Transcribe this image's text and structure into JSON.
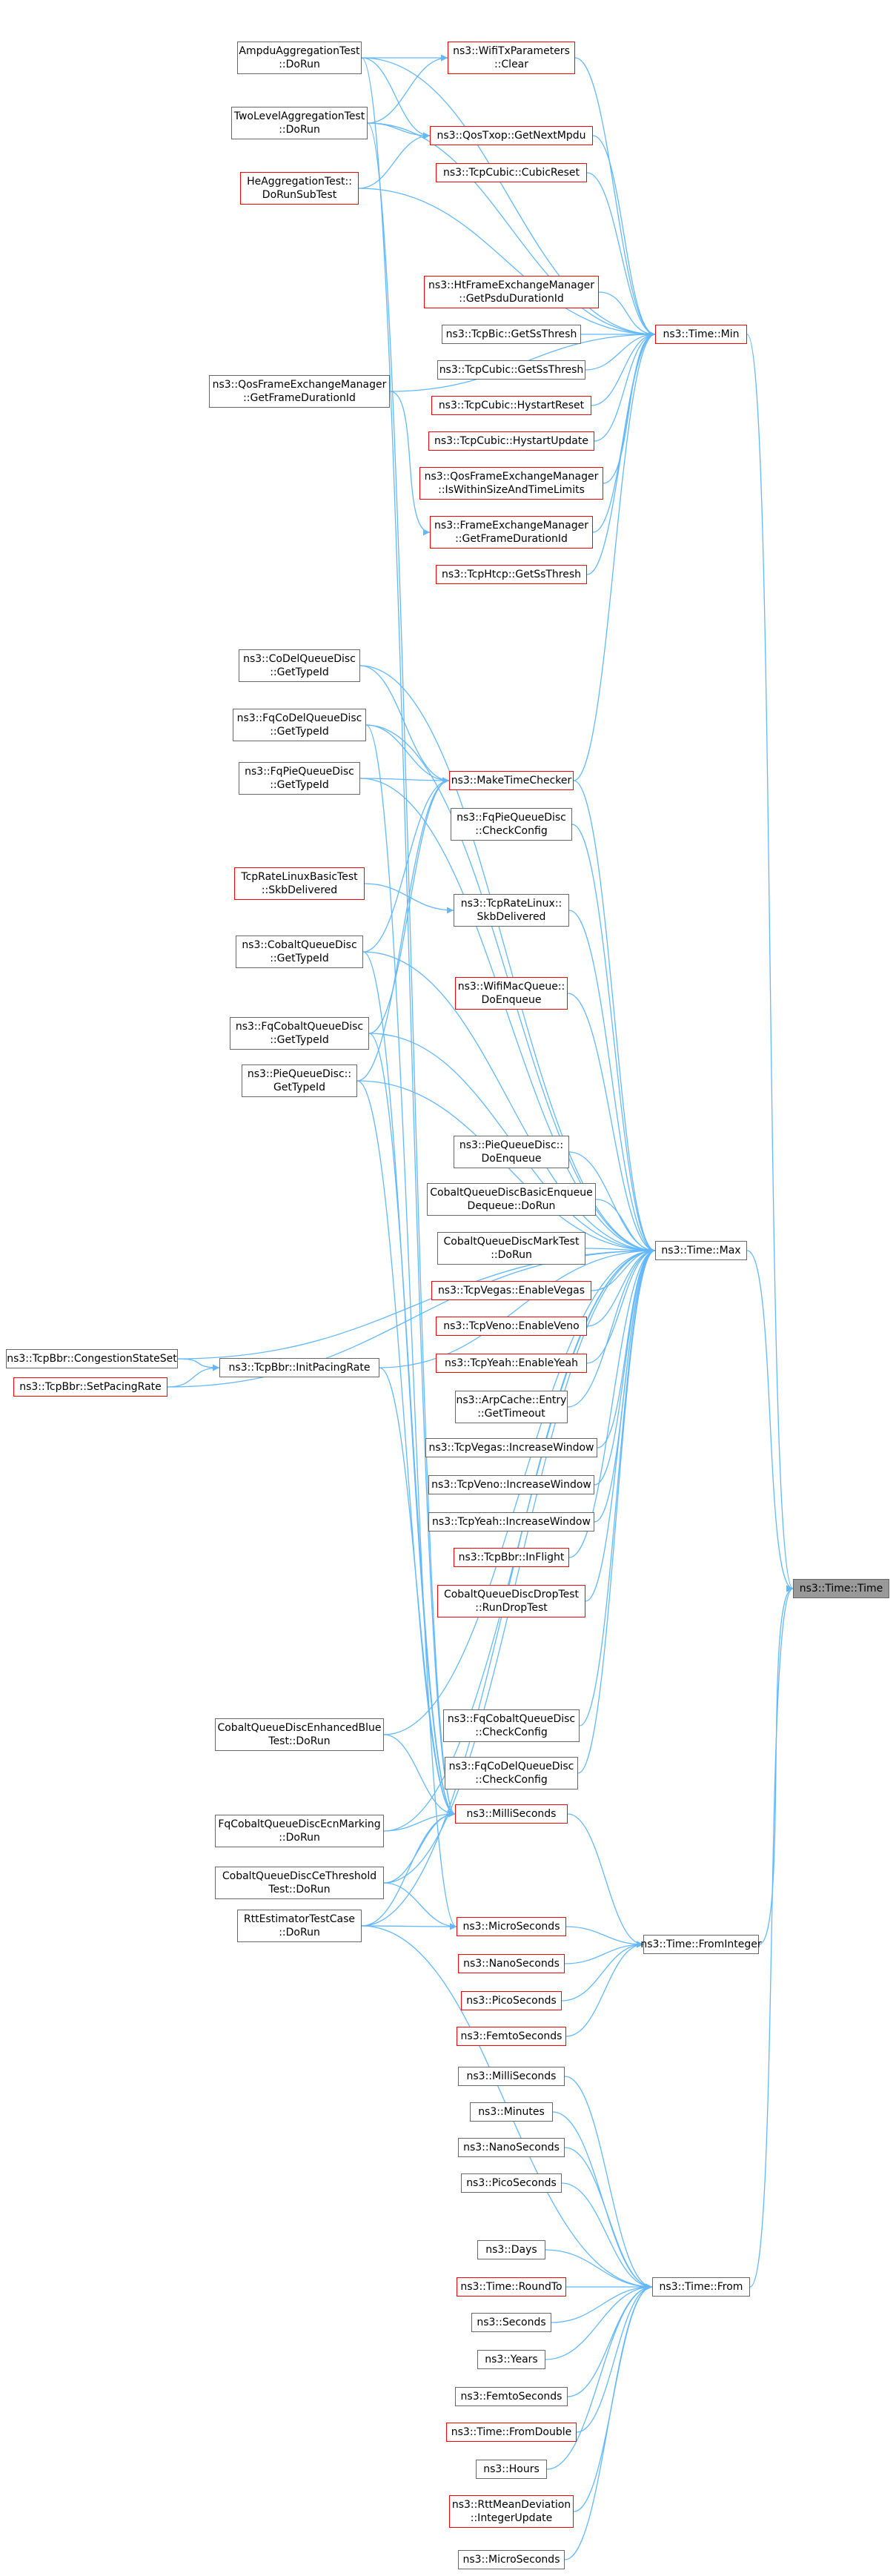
{
  "colors": {
    "edge": "#63b8ff",
    "border_default": "#666666",
    "border_red": "#ff0000",
    "root_fill": "#999999"
  },
  "nodes": {
    "ampdu": {
      "l1": "AmpduAggregationTest",
      "l2": "::DoRun",
      "red": false
    },
    "wifitx": {
      "l1": "ns3::WifiTxParameters",
      "l2": "::Clear",
      "red": true
    },
    "twolevel": {
      "l1": "TwoLevelAggregationTest",
      "l2": "::DoRun",
      "red": false
    },
    "qostxop": {
      "l1": "ns3::QosTxop::GetNextMpdu",
      "l2": "",
      "red": true
    },
    "heagg": {
      "l1": "HeAggregationTest::",
      "l2": "DoRunSubTest",
      "red": true
    },
    "cubicreset": {
      "l1": "ns3::TcpCubic::CubicReset",
      "l2": "",
      "red": true
    },
    "htframe": {
      "l1": "ns3::HtFrameExchangeManager",
      "l2": "::GetPsduDurationId",
      "red": true
    },
    "timemin": {
      "l1": "ns3::Time::Min",
      "l2": "",
      "red": true
    },
    "bicssthresh": {
      "l1": "ns3::TcpBic::GetSsThresh",
      "l2": "",
      "red": false
    },
    "cubicssthresh": {
      "l1": "ns3::TcpCubic::GetSsThresh",
      "l2": "",
      "red": false
    },
    "qosframe": {
      "l1": "ns3::QosFrameExchangeManager",
      "l2": "::GetFrameDurationId",
      "red": false
    },
    "hystartreset": {
      "l1": "ns3::TcpCubic::HystartReset",
      "l2": "",
      "red": true
    },
    "hystartupdate": {
      "l1": "ns3::TcpCubic::HystartUpdate",
      "l2": "",
      "red": true
    },
    "qosframe2": {
      "l1": "ns3::QosFrameExchangeManager",
      "l2": "::IsWithinSizeAndTimeLimits",
      "red": true
    },
    "frameexch": {
      "l1": "ns3::FrameExchangeManager",
      "l2": "::GetFrameDurationId",
      "red": true
    },
    "htcp": {
      "l1": "ns3::TcpHtcp::GetSsThresh",
      "l2": "",
      "red": true
    },
    "codel": {
      "l1": "ns3::CoDelQueueDisc",
      "l2": "::GetTypeId",
      "red": false
    },
    "fqcodel": {
      "l1": "ns3::FqCoDelQueueDisc",
      "l2": "::GetTypeId",
      "red": false
    },
    "maketc": {
      "l1": "ns3::MakeTimeChecker",
      "l2": "",
      "red": true
    },
    "fqpie": {
      "l1": "ns3::FqPieQueueDisc",
      "l2": "::GetTypeId",
      "red": false
    },
    "fqpiecheck": {
      "l1": "ns3::FqPieQueueDisc",
      "l2": "::CheckConfig",
      "red": false
    },
    "tcprlbt": {
      "l1": "TcpRateLinuxBasicTest",
      "l2": "::SkbDelivered",
      "red": true
    },
    "tcprl": {
      "l1": "ns3::TcpRateLinux::",
      "l2": "SkbDelivered",
      "red": false
    },
    "cobalt": {
      "l1": "ns3::CobaltQueueDisc",
      "l2": "::GetTypeId",
      "red": false
    },
    "wifimacq": {
      "l1": "ns3::WifiMacQueue::",
      "l2": "DoEnqueue",
      "red": true
    },
    "fqcobalt": {
      "l1": "ns3::FqCobaltQueueDisc",
      "l2": "::GetTypeId",
      "red": false
    },
    "pietype": {
      "l1": "ns3::PieQueueDisc::",
      "l2": "GetTypeId",
      "red": false
    },
    "pieenq": {
      "l1": "ns3::PieQueueDisc::",
      "l2": "DoEnqueue",
      "red": false
    },
    "cobaltbasic": {
      "l1": "CobaltQueueDiscBasicEnqueue",
      "l2": "Dequeue::DoRun",
      "red": false
    },
    "cobaltmark": {
      "l1": "CobaltQueueDiscMarkTest",
      "l2": "::DoRun",
      "red": false
    },
    "timemax": {
      "l1": "ns3::Time::Max",
      "l2": "",
      "red": false
    },
    "vegasenable": {
      "l1": "ns3::TcpVegas::EnableVegas",
      "l2": "",
      "red": true
    },
    "venoenable": {
      "l1": "ns3::TcpVeno::EnableVeno",
      "l2": "",
      "red": true
    },
    "yeahenable": {
      "l1": "ns3::TcpYeah::EnableYeah",
      "l2": "",
      "red": true
    },
    "bbrcong": {
      "l1": "ns3::TcpBbr::CongestionStateSet",
      "l2": "",
      "red": false
    },
    "bbrinit": {
      "l1": "ns3::TcpBbr::InitPacingRate",
      "l2": "",
      "red": false
    },
    "bbrsetpace": {
      "l1": "ns3::TcpBbr::SetPacingRate",
      "l2": "",
      "red": true
    },
    "arpcache": {
      "l1": "ns3::ArpCache::Entry",
      "l2": "::GetTimeout",
      "red": false
    },
    "vegasinc": {
      "l1": "ns3::TcpVegas::IncreaseWindow",
      "l2": "",
      "red": false
    },
    "venoinc": {
      "l1": "ns3::TcpVeno::IncreaseWindow",
      "l2": "",
      "red": false
    },
    "yeahinc": {
      "l1": "ns3::TcpYeah::IncreaseWindow",
      "l2": "",
      "red": false
    },
    "bbrinflight": {
      "l1": "ns3::TcpBbr::InFlight",
      "l2": "",
      "red": true
    },
    "cobaltdrop": {
      "l1": "CobaltQueueDiscDropTest",
      "l2": "::RunDropTest",
      "red": true
    },
    "timetime": {
      "l1": "ns3::Time::Time",
      "l2": "",
      "red": false,
      "root": true
    },
    "cobaltenh": {
      "l1": "CobaltQueueDiscEnhancedBlue",
      "l2": "Test::DoRun",
      "red": false
    },
    "fqcobaltcheck": {
      "l1": "ns3::FqCobaltQueueDisc",
      "l2": "::CheckConfig",
      "red": false
    },
    "fqcodelcheck": {
      "l1": "ns3::FqCoDelQueueDisc",
      "l2": "::CheckConfig",
      "red": false
    },
    "fqcobaltecn": {
      "l1": "FqCobaltQueueDiscEcnMarking",
      "l2": "::DoRun",
      "red": false
    },
    "milli": {
      "l1": "ns3::MilliSeconds",
      "l2": "",
      "red": true
    },
    "cobaltce": {
      "l1": "CobaltQueueDiscCeThreshold",
      "l2": "Test::DoRun",
      "red": false
    },
    "rttest": {
      "l1": "RttEstimatorTestCase",
      "l2": "::DoRun",
      "red": false
    },
    "micro": {
      "l1": "ns3::MicroSeconds",
      "l2": "",
      "red": true
    },
    "fromint": {
      "l1": "ns3::Time::FromInteger",
      "l2": "",
      "red": false
    },
    "nano": {
      "l1": "ns3::NanoSeconds",
      "l2": "",
      "red": true
    },
    "pico": {
      "l1": "ns3::PicoSeconds",
      "l2": "",
      "red": true
    },
    "femto": {
      "l1": "ns3::FemtoSeconds",
      "l2": "",
      "red": true
    },
    "milli2": {
      "l1": "ns3::MilliSeconds",
      "l2": "",
      "red": false
    },
    "minutes": {
      "l1": "ns3::Minutes",
      "l2": "",
      "red": false
    },
    "nano2": {
      "l1": "ns3::NanoSeconds",
      "l2": "",
      "red": false
    },
    "pico2": {
      "l1": "ns3::PicoSeconds",
      "l2": "",
      "red": false
    },
    "days": {
      "l1": "ns3::Days",
      "l2": "",
      "red": false
    },
    "roundto": {
      "l1": "ns3::Time::RoundTo",
      "l2": "",
      "red": true
    },
    "timefrom": {
      "l1": "ns3::Time::From",
      "l2": "",
      "red": false
    },
    "seconds": {
      "l1": "ns3::Seconds",
      "l2": "",
      "red": false
    },
    "years": {
      "l1": "ns3::Years",
      "l2": "",
      "red": false
    },
    "femto2": {
      "l1": "ns3::FemtoSeconds",
      "l2": "",
      "red": false
    },
    "fromdouble": {
      "l1": "ns3::Time::FromDouble",
      "l2": "",
      "red": true
    },
    "hours": {
      "l1": "ns3::Hours",
      "l2": "",
      "red": false
    },
    "rttmean": {
      "l1": "ns3::RttMeanDeviation",
      "l2": "::IntegerUpdate",
      "red": true
    },
    "micro2": {
      "l1": "ns3::MicroSeconds",
      "l2": "",
      "red": false
    }
  },
  "edges": [
    [
      "ampdu",
      "wifitx"
    ],
    [
      "twolevel",
      "wifitx"
    ],
    [
      "twolevel",
      "qostxop"
    ],
    [
      "ampdu",
      "qostxop"
    ],
    [
      "heagg",
      "qostxop"
    ],
    [
      "wifitx",
      "timemin"
    ],
    [
      "qostxop",
      "timemin"
    ],
    [
      "cubicreset",
      "timemin"
    ],
    [
      "htframe",
      "timemin"
    ],
    [
      "bicssthresh",
      "timemin"
    ],
    [
      "cubicssthresh",
      "timemin"
    ],
    [
      "qosframe",
      "timemin"
    ],
    [
      "hystartreset",
      "timemin"
    ],
    [
      "hystartupdate",
      "timemin"
    ],
    [
      "qosframe2",
      "timemin"
    ],
    [
      "frameexch",
      "timemin"
    ],
    [
      "htcp",
      "timemin"
    ],
    [
      "ampdu",
      "timemin"
    ],
    [
      "twolevel",
      "timemin"
    ],
    [
      "heagg",
      "timemin"
    ],
    [
      "qosframe",
      "frameexch"
    ],
    [
      "maketc",
      "timemin"
    ],
    [
      "codel",
      "maketc"
    ],
    [
      "fqcodel",
      "maketc"
    ],
    [
      "fqpie",
      "maketc"
    ],
    [
      "cobalt",
      "maketc"
    ],
    [
      "fqcobalt",
      "maketc"
    ],
    [
      "pietype",
      "maketc"
    ],
    [
      "tcprlbt",
      "tcprl"
    ],
    [
      "maketc",
      "timemax"
    ],
    [
      "fqpiecheck",
      "timemax"
    ],
    [
      "tcprl",
      "timemax"
    ],
    [
      "wifimacq",
      "timemax"
    ],
    [
      "pieenq",
      "timemax"
    ],
    [
      "cobaltbasic",
      "timemax"
    ],
    [
      "cobaltmark",
      "timemax"
    ],
    [
      "vegasenable",
      "timemax"
    ],
    [
      "venoenable",
      "timemax"
    ],
    [
      "yeahenable",
      "timemax"
    ],
    [
      "arpcache",
      "timemax"
    ],
    [
      "vegasinc",
      "timemax"
    ],
    [
      "venoinc",
      "timemax"
    ],
    [
      "yeahinc",
      "timemax"
    ],
    [
      "bbrinflight",
      "timemax"
    ],
    [
      "cobaltdrop",
      "timemax"
    ],
    [
      "fqcobaltcheck",
      "timemax"
    ],
    [
      "fqcodelcheck",
      "timemax"
    ],
    [
      "codel",
      "timemax"
    ],
    [
      "fqcodel",
      "timemax"
    ],
    [
      "fqpie",
      "timemax"
    ],
    [
      "cobalt",
      "timemax"
    ],
    [
      "fqcobalt",
      "timemax"
    ],
    [
      "pietype",
      "timemax"
    ],
    [
      "cobaltenh",
      "timemax"
    ],
    [
      "fqcobaltecn",
      "timemax"
    ],
    [
      "cobaltce",
      "timemax"
    ],
    [
      "rttest",
      "timemax"
    ],
    [
      "bbrcong",
      "bbrinit"
    ],
    [
      "bbrsetpace",
      "bbrinit"
    ],
    [
      "bbrinit",
      "timemax"
    ],
    [
      "bbrsetpace",
      "timemax"
    ],
    [
      "bbrcong",
      "timemax"
    ],
    [
      "timemin",
      "timetime"
    ],
    [
      "timemax",
      "timetime"
    ],
    [
      "fromint",
      "timetime"
    ],
    [
      "timefrom",
      "timetime"
    ],
    [
      "milli",
      "fromint"
    ],
    [
      "micro",
      "fromint"
    ],
    [
      "nano",
      "fromint"
    ],
    [
      "pico",
      "fromint"
    ],
    [
      "femto",
      "fromint"
    ],
    [
      "cobaltenh",
      "milli"
    ],
    [
      "fqcobaltecn",
      "milli"
    ],
    [
      "cobaltce",
      "milli"
    ],
    [
      "rttest",
      "milli"
    ],
    [
      "bbrinit",
      "milli"
    ],
    [
      "cobalt",
      "milli"
    ],
    [
      "fqcobalt",
      "milli"
    ],
    [
      "pietype",
      "milli"
    ],
    [
      "ampdu",
      "milli"
    ],
    [
      "twolevel",
      "milli"
    ],
    [
      "rttest",
      "micro"
    ],
    [
      "cobaltce",
      "micro"
    ],
    [
      "fqcodel",
      "micro"
    ],
    [
      "milli2",
      "timefrom"
    ],
    [
      "minutes",
      "timefrom"
    ],
    [
      "nano2",
      "timefrom"
    ],
    [
      "pico2",
      "timefrom"
    ],
    [
      "days",
      "timefrom"
    ],
    [
      "roundto",
      "timefrom"
    ],
    [
      "seconds",
      "timefrom"
    ],
    [
      "years",
      "timefrom"
    ],
    [
      "femto2",
      "timefrom"
    ],
    [
      "fromdouble",
      "timefrom"
    ],
    [
      "hours",
      "timefrom"
    ],
    [
      "rttmean",
      "timefrom"
    ],
    [
      "micro2",
      "timefrom"
    ],
    [
      "rttest",
      "timefrom"
    ]
  ]
}
